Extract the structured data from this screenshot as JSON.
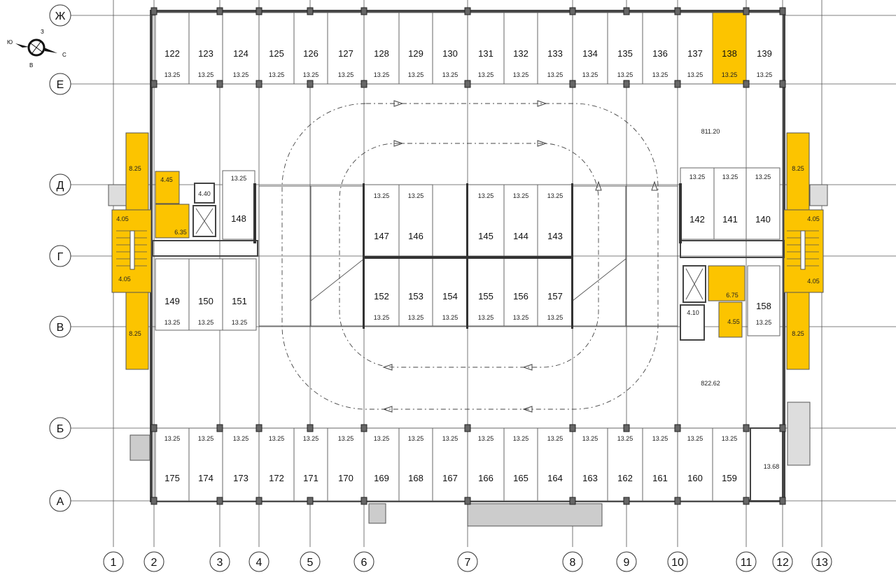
{
  "axes": {
    "columns": [
      "1",
      "2",
      "3",
      "4",
      "5",
      "6",
      "7",
      "8",
      "9",
      "10",
      "11",
      "12",
      "13"
    ],
    "rows": [
      "Ж",
      "Е",
      "Д",
      "Г",
      "В",
      "Б",
      "А"
    ]
  },
  "compass": {
    "north": "С",
    "south": "Ю",
    "west": "З",
    "east": "В"
  },
  "stalls_top": [
    {
      "num": "122",
      "area": "13.25"
    },
    {
      "num": "123",
      "area": "13.25"
    },
    {
      "num": "124",
      "area": "13.25"
    },
    {
      "num": "125",
      "area": "13.25"
    },
    {
      "num": "126",
      "area": "13.25"
    },
    {
      "num": "127",
      "area": "13.25"
    },
    {
      "num": "128",
      "area": "13.25"
    },
    {
      "num": "129",
      "area": "13.25"
    },
    {
      "num": "130",
      "area": "13.25"
    },
    {
      "num": "131",
      "area": "13.25"
    },
    {
      "num": "132",
      "area": "13.25"
    },
    {
      "num": "133",
      "area": "13.25"
    },
    {
      "num": "134",
      "area": "13.25"
    },
    {
      "num": "135",
      "area": "13.25"
    },
    {
      "num": "136",
      "area": "13.25"
    },
    {
      "num": "137",
      "area": "13.25"
    },
    {
      "num": "138",
      "area": "13.25",
      "highlight": true
    },
    {
      "num": "139",
      "area": "13.25"
    }
  ],
  "stalls_bottom": [
    {
      "num": "175",
      "area": "13.25"
    },
    {
      "num": "174",
      "area": "13.25"
    },
    {
      "num": "173",
      "area": "13.25"
    },
    {
      "num": "172",
      "area": "13.25"
    },
    {
      "num": "171",
      "area": "13.25"
    },
    {
      "num": "170",
      "area": "13.25"
    },
    {
      "num": "169",
      "area": "13.25"
    },
    {
      "num": "168",
      "area": "13.25"
    },
    {
      "num": "167",
      "area": "13.25"
    },
    {
      "num": "166",
      "area": "13.25"
    },
    {
      "num": "165",
      "area": "13.25"
    },
    {
      "num": "164",
      "area": "13.25"
    },
    {
      "num": "163",
      "area": "13.25"
    },
    {
      "num": "162",
      "area": "13.25"
    },
    {
      "num": "161",
      "area": "13.25"
    },
    {
      "num": "160",
      "area": "13.25"
    },
    {
      "num": "159",
      "area": "13.25"
    }
  ],
  "stalls_center_upper": [
    {
      "num": "147",
      "area": "13.25"
    },
    {
      "num": "146",
      "area": "13.25"
    },
    {
      "num": "145",
      "area": "13.25"
    },
    {
      "num": "144",
      "area": "13.25"
    },
    {
      "num": "143",
      "area": "13.25"
    }
  ],
  "stalls_center_lower": [
    {
      "num": "152",
      "area": "13.25"
    },
    {
      "num": "153",
      "area": "13.25"
    },
    {
      "num": "154",
      "area": "13.25"
    },
    {
      "num": "155",
      "area": "13.25"
    },
    {
      "num": "156",
      "area": "13.25"
    },
    {
      "num": "157",
      "area": "13.25"
    }
  ],
  "stalls_left": [
    {
      "num": "149",
      "area": "13.25"
    },
    {
      "num": "150",
      "area": "13.25"
    },
    {
      "num": "151",
      "area": "13.25"
    }
  ],
  "stall_148": {
    "num": "148",
    "area": "13.25"
  },
  "stalls_right": [
    {
      "num": "142",
      "area": "13.25"
    },
    {
      "num": "141",
      "area": "13.25"
    },
    {
      "num": "140",
      "area": "13.25"
    }
  ],
  "stall_158": {
    "num": "158",
    "area": "13.25"
  },
  "rooms": {
    "left_corridor_top": "8.25",
    "left_corridor_bottom": "8.25",
    "left_stair_top": "4.05",
    "left_stair_bottom": "4.05",
    "left_vestibule": "4.45",
    "left_lift_hall": "6.35",
    "left_utility": "4.40",
    "right_corridor_top": "8.25",
    "right_corridor_bottom": "8.25",
    "right_stair_top": "4.05",
    "right_stair_bottom": "4.05",
    "right_lift_hall": "6.75",
    "right_vestibule": "4.55",
    "right_utility": "4.10",
    "storage_room": "13.68",
    "parking_area_north": "811.20",
    "parking_area_south": "822.62"
  },
  "colors": {
    "highlight": "#fcc400"
  }
}
